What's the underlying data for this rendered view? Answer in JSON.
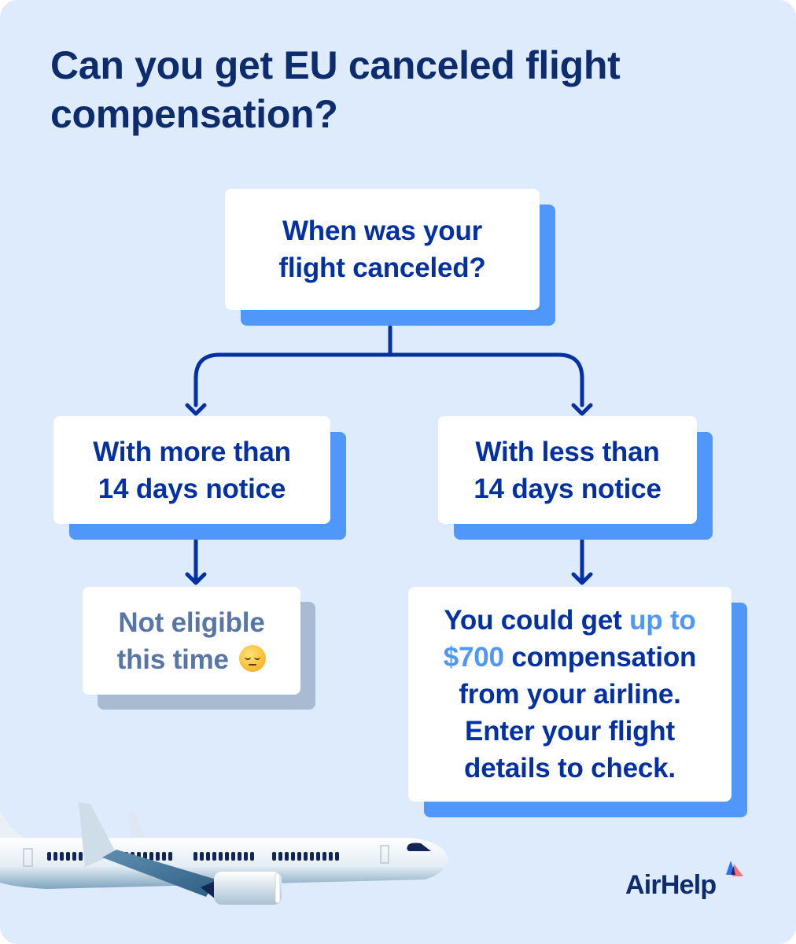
{
  "title": "Can you get EU canceled flight compensation?",
  "colors": {
    "background": "#deebfd",
    "title": "#0d2c6e",
    "node_text": "#0331a3",
    "node_shadow": "#4f97fb",
    "muted_text": "#5676a8",
    "muted_shadow": "#a9bbd3",
    "highlight": "#4f97fb",
    "connector": "#0331a3"
  },
  "flowchart": {
    "root": {
      "line1": "When was your",
      "line2": "flight canceled?"
    },
    "branches": [
      {
        "line1": "With more than",
        "line2": "14 days notice",
        "outcome": {
          "line1": "Not eligible",
          "line2": "this time",
          "emoji": "pensive-face",
          "state": "muted"
        }
      },
      {
        "line1": "With less than",
        "line2": "14 days notice",
        "outcome": {
          "lines": [
            {
              "pre": "You could get ",
              "hl": "up to"
            },
            {
              "hl": "$700",
              "post": " compensation"
            },
            {
              "text": "from your airline."
            },
            {
              "text": "Enter your flight"
            },
            {
              "text": "details to check."
            }
          ]
        }
      }
    ]
  },
  "brand": {
    "name": "AirHelp"
  },
  "illustration": "airplane"
}
